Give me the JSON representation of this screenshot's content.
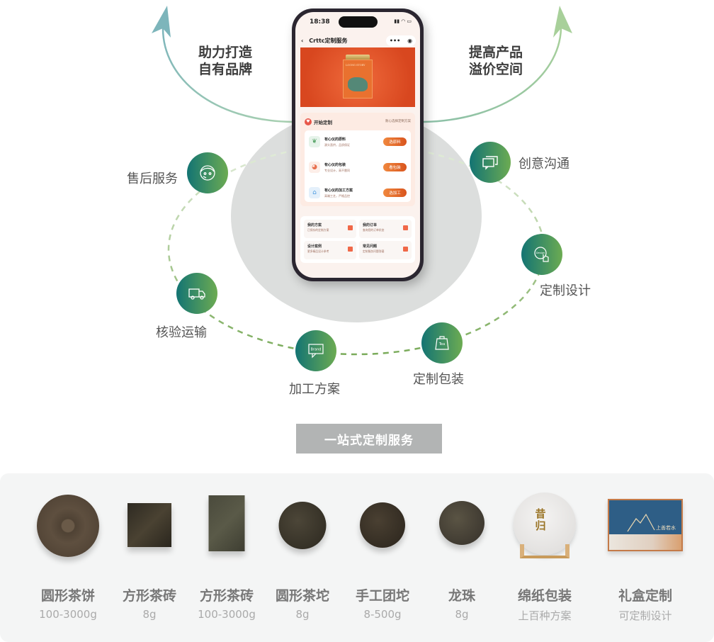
{
  "slogans": {
    "left": [
      "助力打造",
      "自有品牌"
    ],
    "right": [
      "提高产品",
      "溢价空间"
    ]
  },
  "steps": [
    {
      "label": "售后服务",
      "icon": "customer-service-icon"
    },
    {
      "label": "核验运输",
      "icon": "truck-icon"
    },
    {
      "label": "加工方案",
      "icon": "brand-chat-icon",
      "badge": "Brand"
    },
    {
      "label": "定制包装",
      "icon": "tea-bag-icon",
      "badge": "Tea"
    },
    {
      "label": "定制设计",
      "icon": "design-touch-icon",
      "badge": "Design"
    },
    {
      "label": "创意沟通",
      "icon": "chat-bubbles-icon"
    }
  ],
  "phone": {
    "time": "18:38",
    "title": "Crttc定制服务",
    "banner_text": "LOONG STORY",
    "section_title": "开始定制",
    "section_hint": "耐心选择定制方案",
    "options": [
      {
        "title": "有心仪的原料",
        "sub": "源头直供，品质保证",
        "button": "选原料"
      },
      {
        "title": "有心仪的包装",
        "sub": "专业设计，高不雷同",
        "button": "看包装"
      },
      {
        "title": "有心仪的加工方案",
        "sub": "高端工艺，严格品控",
        "button": "选加工"
      }
    ],
    "grid": [
      {
        "title": "我的方案",
        "sub": "已保存的定制方案"
      },
      {
        "title": "我的订单",
        "sub": "查询您的订单状态"
      },
      {
        "title": "设计案例",
        "sub": "更多精品设计参考"
      },
      {
        "title": "常见问题",
        "sub": "定制服务问题答疑"
      }
    ]
  },
  "cta": "一站式定制服务",
  "products": [
    {
      "name": "圆形茶饼",
      "sub": "100-3000g"
    },
    {
      "name": "方形茶砖",
      "sub": "8g"
    },
    {
      "name": "方形茶砖",
      "sub": "100-3000g"
    },
    {
      "name": "圆形茶坨",
      "sub": "8g"
    },
    {
      "name": "手工团坨",
      "sub": "8-500g"
    },
    {
      "name": "龙珠",
      "sub": "8g"
    },
    {
      "name": "绵纸包装",
      "sub": "上百种方案",
      "label": "昔归"
    },
    {
      "name": "礼盒定制",
      "sub": "可定制设计",
      "label": "上善若水"
    }
  ],
  "colors": {
    "teal": "#137473",
    "green": "#6cab52",
    "orange": "#e0602a",
    "cta": "#b2b4b4"
  }
}
